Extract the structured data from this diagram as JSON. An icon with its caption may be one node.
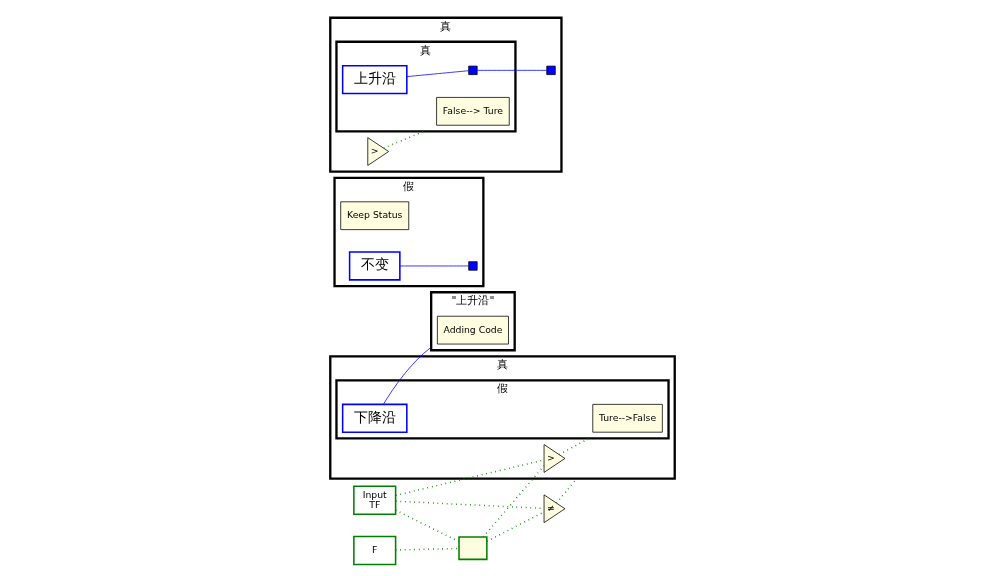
{
  "diagram": {
    "nodes": [
      {
        "text": [
          "真"
        ]
      },
      {
        "text": [
          "假"
        ],
        "in": 0
      },
      {
        "text": [
          "Ture-->False"
        ],
        "in": 1
      },
      {
        "text": [
          "下降沿"
        ],
        "in": 1
      },
      {
        "text": [
          "\"上升沿\""
        ]
      },
      {
        "text": [
          "Adding Code"
        ],
        "in": 4
      },
      {
        "text": [
          "假"
        ]
      },
      {
        "text": [
          "Keep Status"
        ],
        "in": 6
      },
      {
        "text": [
          "不变"
        ],
        "in": 6
      },
      {
        "text": [
          "真"
        ]
      },
      {
        "text": [
          "真"
        ],
        "in": 9
      },
      {
        "text": [
          "False--> Ture"
        ],
        "in": 10
      },
      {
        "text": [
          "上升沿"
        ],
        "in": 10
      },
      {
        "text": [
          "Input",
          "TF"
        ]
      },
      {
        "text": [],
        "shape": "box"
      },
      {
        "text": [
          "F"
        ]
      },
      {
        "text": [
          "≠"
        ]
      },
      {
        "text": [
          ">"
        ],
        "in": 0
      },
      {
        "text": [
          ">"
        ],
        "in": 9
      },
      {
        "text": [],
        "shape": "box",
        "in": 6
      },
      {
        "text": [],
        "shape": "box",
        "in": 10
      },
      {
        "text": [],
        "shape": "box",
        "in": 9
      }
    ],
    "edges": [
      {
        "from": 13,
        "to": 14,
        "arrow": "none",
        "style": "dashed",
        "color": "#008000"
      },
      {
        "from": 15,
        "to": 14,
        "arrow": "none",
        "style": "dashed",
        "color": "#008000"
      },
      {
        "from": 13,
        "to": 16,
        "arrow": "none",
        "style": "dashed",
        "color": "#008000"
      },
      {
        "from": 14,
        "to": 16,
        "arrow": "none",
        "style": "dashed",
        "color": "#008000"
      },
      {
        "from": 13,
        "to": 17,
        "arrow": "none",
        "style": "dashed",
        "color": "#008000"
      },
      {
        "from": 14,
        "to": 17,
        "arrow": "none",
        "style": "dashed",
        "color": "#008000"
      },
      {
        "from": 16,
        "to": 0,
        "arrow": "none",
        "style": "dashed",
        "color": "#008000"
      },
      {
        "from": 17,
        "to": 1,
        "arrow": "none",
        "style": "dashed",
        "color": "#008000"
      },
      {
        "from": 3,
        "to": 4,
        "arrow": "none",
        "color": "#0000ff"
      },
      {
        "from": 8,
        "to": 19,
        "arrow": "none",
        "color": "#0000ff"
      },
      {
        "from": 18,
        "to": 10,
        "arrow": "none",
        "style": "dashed",
        "color": "#008000"
      },
      {
        "from": 12,
        "to": 20,
        "arrow": "none",
        "color": "#0000ff"
      },
      {
        "from": 20,
        "to": 21,
        "arrow": "none",
        "color": "#0000ff"
      }
    ]
  }
}
